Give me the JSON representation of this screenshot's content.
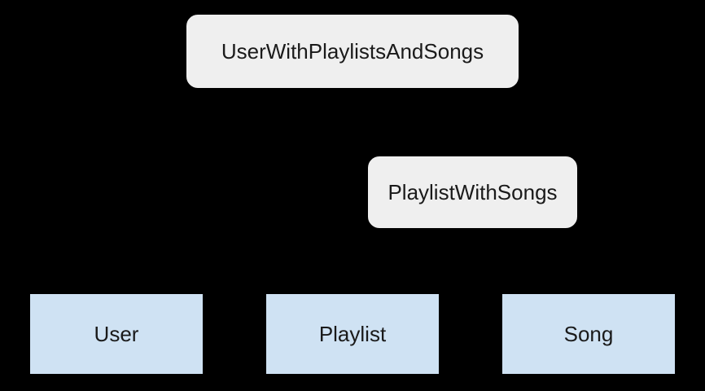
{
  "diagram": {
    "title": "Room nested relationships diagram",
    "background_color": "#000000",
    "rounded_node_fill": "#efefef",
    "entity_node_fill": "#cfe2f3",
    "text_color": "#1a1a1a",
    "nodes": [
      {
        "id": "user-with-playlists-and-songs",
        "label": "UserWithPlaylistsAndSongs",
        "shape": "rounded-rectangle",
        "fill": "#efefef"
      },
      {
        "id": "playlist-with-songs",
        "label": "PlaylistWithSongs",
        "shape": "rounded-rectangle",
        "fill": "#efefef"
      },
      {
        "id": "user",
        "label": "User",
        "shape": "rectangle",
        "fill": "#cfe2f3"
      },
      {
        "id": "playlist",
        "label": "Playlist",
        "shape": "rectangle",
        "fill": "#cfe2f3"
      },
      {
        "id": "song",
        "label": "Song",
        "shape": "rectangle",
        "fill": "#cfe2f3"
      }
    ]
  }
}
